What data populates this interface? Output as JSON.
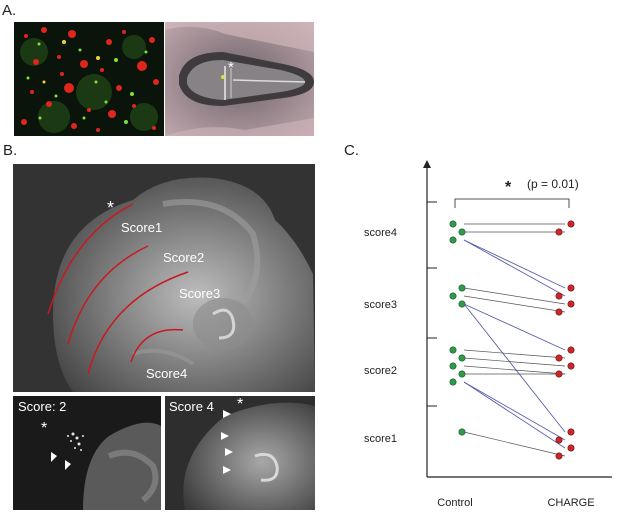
{
  "panels": {
    "a_letter": "A.",
    "b_letter": "B.",
    "c_letter": "C."
  },
  "panel_a": {
    "asterisk": "*"
  },
  "panel_b": {
    "asterisk": "*",
    "score_labels": [
      "Score1",
      "Score2",
      "Score3",
      "Score4"
    ],
    "inset_left_label": "Score: 2",
    "inset_left_asterisk": "*",
    "inset_right_label": "Score 4",
    "inset_right_asterisk": "*",
    "score_line_color": "#c8191e"
  },
  "chart_data": {
    "type": "scatter",
    "title": "",
    "categories": [
      "Control",
      "CHARGE"
    ],
    "y_categories": [
      "score1",
      "score2",
      "score3",
      "score4"
    ],
    "significance": {
      "marker": "*",
      "text": "(p = 0.01)"
    },
    "colors": {
      "control": "#2e9a4a",
      "charge": "#c8282b",
      "line": "#5a5fa8",
      "axis": "#222222"
    },
    "series": [
      {
        "name": "Control",
        "values": [
          4,
          4,
          4,
          3,
          3,
          3,
          2,
          2,
          2,
          2,
          2,
          1
        ]
      },
      {
        "name": "CHARGE",
        "values": [
          4,
          4,
          3,
          3,
          3,
          3,
          2,
          2,
          2,
          2,
          1,
          1,
          1,
          1
        ]
      }
    ],
    "pairs": [
      {
        "control": 4,
        "charge": 4
      },
      {
        "control": 4,
        "charge": 4
      },
      {
        "control": 4,
        "charge": 3
      },
      {
        "control": 4,
        "charge": 3
      },
      {
        "control": 3,
        "charge": 3
      },
      {
        "control": 3,
        "charge": 3
      },
      {
        "control": 3,
        "charge": 2
      },
      {
        "control": 3,
        "charge": 1
      },
      {
        "control": 2,
        "charge": 2
      },
      {
        "control": 2,
        "charge": 2
      },
      {
        "control": 2,
        "charge": 2
      },
      {
        "control": 2,
        "charge": 2
      },
      {
        "control": 2,
        "charge": 1
      },
      {
        "control": 2,
        "charge": 1
      },
      {
        "control": 1,
        "charge": 1
      }
    ]
  }
}
